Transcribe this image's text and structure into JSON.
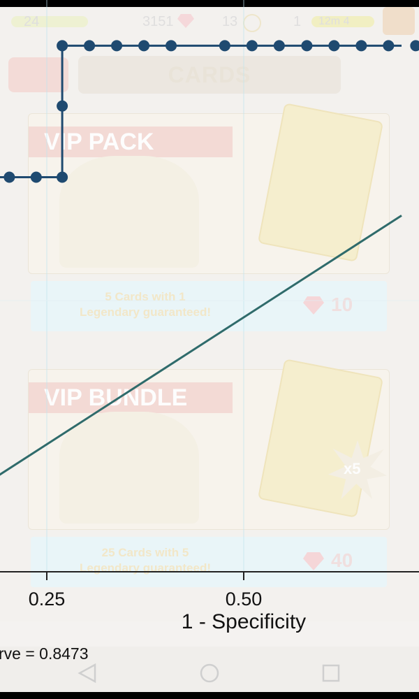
{
  "hud": {
    "level": "24",
    "currency_amount": "3151",
    "gems_amount": "13",
    "friends_count": "1",
    "timer": "12m 4"
  },
  "screen_title": "CARDS",
  "cards": [
    {
      "name": "VIP PACK",
      "description": "5 Cards with 1",
      "description_line2": "Legendary guaranteed!",
      "price": "10"
    },
    {
      "name": "VIP BUNDLE",
      "description": "25 Cards with 5",
      "description_line2": "Legendary guaranteed!",
      "price": "40",
      "multiplier": "x5"
    }
  ],
  "chart_data": {
    "type": "line",
    "xlabel": "1 - Specificity",
    "x_ticks": [
      "0.25",
      "0.50"
    ],
    "series": [
      {
        "points": [
          [
            0.0,
            0.72
          ],
          [
            0.27,
            0.72
          ],
          [
            0.27,
            0.96
          ],
          [
            0.7,
            0.96
          ]
        ]
      },
      {
        "points": [
          [
            0.0,
            0.0
          ],
          [
            0.7,
            0.65
          ]
        ]
      }
    ],
    "annotation_visible": "rve = 0.8473"
  },
  "colors": {
    "step_line": "#1f4a70",
    "diagonal_line": "#2f6b6b",
    "axis": "#222222"
  }
}
